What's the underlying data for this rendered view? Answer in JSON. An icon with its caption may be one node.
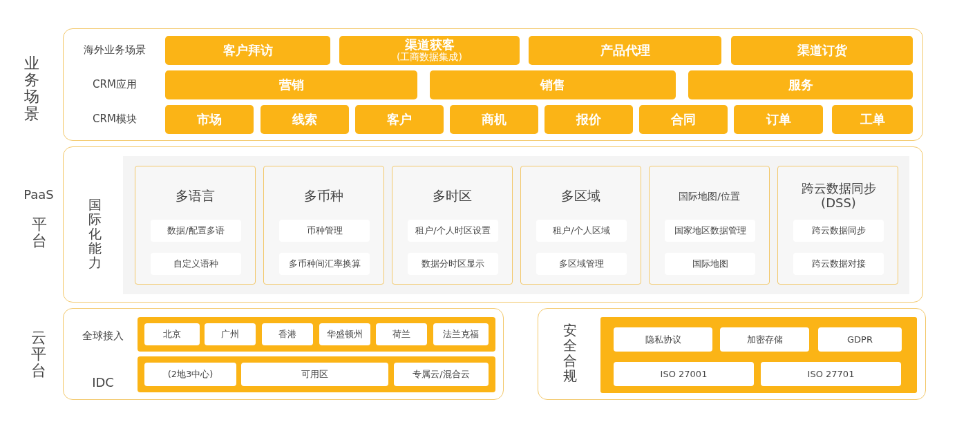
{
  "diagram": {
    "nodes": [
      {
        "text": [
          "业务场景",
          "海外业务场景",
          "CRM应用",
          "CRM模块"
        ]
      },
      {
        "text": [
          "客户拜访"
        ],
        "in": 0
      },
      {
        "text": [
          "渠道获客",
          "(工商数据集成)"
        ],
        "in": 0
      },
      {
        "text": [
          "产品代理"
        ],
        "in": 0
      },
      {
        "text": [
          "渠道订货"
        ],
        "in": 0
      },
      {
        "text": [
          "营销"
        ],
        "in": 0
      },
      {
        "text": [
          "销售"
        ],
        "in": 0
      },
      {
        "text": [
          "服务"
        ],
        "in": 0
      },
      {
        "text": [
          "市场"
        ],
        "in": 0
      },
      {
        "text": [
          "线索"
        ],
        "in": 0
      },
      {
        "text": [
          "客户"
        ],
        "in": 0
      },
      {
        "text": [
          "商机"
        ],
        "in": 0
      },
      {
        "text": [
          "报价"
        ],
        "in": 0
      },
      {
        "text": [
          "合同"
        ],
        "in": 0
      },
      {
        "text": [
          "订单"
        ],
        "in": 0
      },
      {
        "text": [
          "工单"
        ],
        "in": 0
      },
      {
        "text": [
          "PaaS",
          "平台"
        ]
      },
      {
        "text": [
          "国际化能力"
        ],
        "in": 16
      },
      {
        "text": [
          "多语言"
        ],
        "in": 17
      },
      {
        "text": [
          "数据/配置多语"
        ],
        "in": 18
      },
      {
        "text": [
          "自定义语种"
        ],
        "in": 18
      },
      {
        "text": [
          "多币种"
        ],
        "in": 17
      },
      {
        "text": [
          "币种管理"
        ],
        "in": 21
      },
      {
        "text": [
          "多币种间汇率换算"
        ],
        "in": 21
      },
      {
        "text": [
          "多时区"
        ],
        "in": 17
      },
      {
        "text": [
          "租户/个人时区设置"
        ],
        "in": 24
      },
      {
        "text": [
          "数据分时区显示"
        ],
        "in": 24
      },
      {
        "text": [
          "多区域"
        ],
        "in": 17
      },
      {
        "text": [
          "租户/个人区域"
        ],
        "in": 27
      },
      {
        "text": [
          "多区域管理"
        ],
        "in": 27
      },
      {
        "text": [
          "国际地图/位置"
        ],
        "in": 17
      },
      {
        "text": [
          "国家地区数据管理"
        ],
        "in": 30
      },
      {
        "text": [
          "国际地图"
        ],
        "in": 30
      },
      {
        "text": [
          "跨云数据同步 (DSS)"
        ],
        "in": 17
      },
      {
        "text": [
          "跨云数据同步"
        ],
        "in": 33
      },
      {
        "text": [
          "跨云数据对接"
        ],
        "in": 33
      },
      {
        "text": [
          "云平台",
          "全球接入",
          "IDC"
        ]
      },
      {
        "text": [],
        "shape": "bar",
        "in": 36
      },
      {
        "text": [
          "北京"
        ],
        "in": 37
      },
      {
        "text": [
          "广州"
        ],
        "in": 37
      },
      {
        "text": [
          "香港"
        ],
        "in": 37
      },
      {
        "text": [
          "华盛顿州"
        ],
        "in": 37
      },
      {
        "text": [
          "荷兰"
        ],
        "in": 37
      },
      {
        "text": [
          "法兰克福"
        ],
        "in": 37
      },
      {
        "text": [],
        "shape": "bar",
        "in": 36
      },
      {
        "text": [
          "(2地3中心)"
        ],
        "in": 44
      },
      {
        "text": [
          "可用区"
        ],
        "in": 44
      },
      {
        "text": [
          "专属云/混合云"
        ],
        "in": 44
      },
      {
        "text": [
          "安全合规"
        ]
      },
      {
        "text": [],
        "shape": "box",
        "in": 48
      },
      {
        "text": [
          "隐私协议"
        ],
        "in": 49
      },
      {
        "text": [
          "加密存储"
        ],
        "in": 49
      },
      {
        "text": [
          "GDPR"
        ],
        "in": 49
      },
      {
        "text": [
          "ISO 27001"
        ],
        "in": 49
      },
      {
        "text": [
          "ISO 27701"
        ],
        "in": 49
      }
    ]
  }
}
